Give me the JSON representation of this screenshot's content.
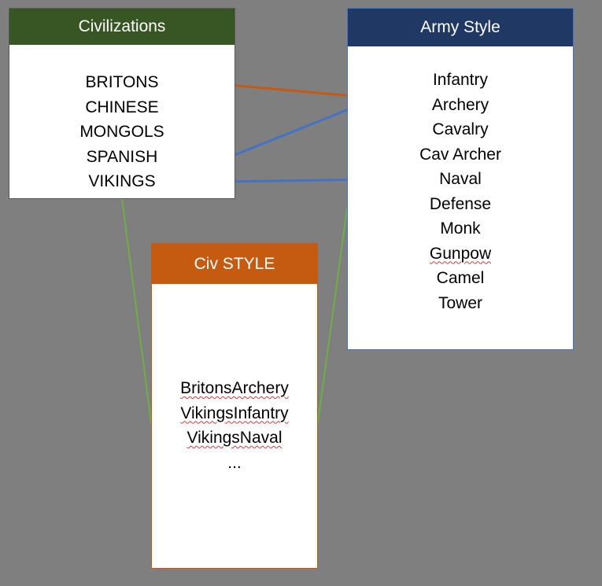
{
  "civilizations": {
    "title": "Civilizations",
    "items": [
      "BRITONS",
      "CHINESE",
      "MONGOLS",
      "SPANISH",
      "VIKINGS"
    ]
  },
  "army_style": {
    "title": "Army Style",
    "items": [
      "Infantry",
      "Archery",
      "Cavalry",
      "Cav Archer",
      "Naval",
      "Defense",
      "Monk",
      "Gunpow",
      "Camel",
      "Tower"
    ]
  },
  "civ_style": {
    "title": "Civ STYLE",
    "items": [
      "BritonsArchery",
      "VikingsInfantry",
      "VikingsNaval",
      "..."
    ]
  },
  "colors": {
    "background": "#7f7f7f",
    "civilizations_header": "#375623",
    "army_style_header": "#1f3864",
    "civ_style_header": "#c55a11",
    "orange_link": "#c55a11",
    "blue_link": "#4472c4",
    "green_link": "#70ad47"
  }
}
